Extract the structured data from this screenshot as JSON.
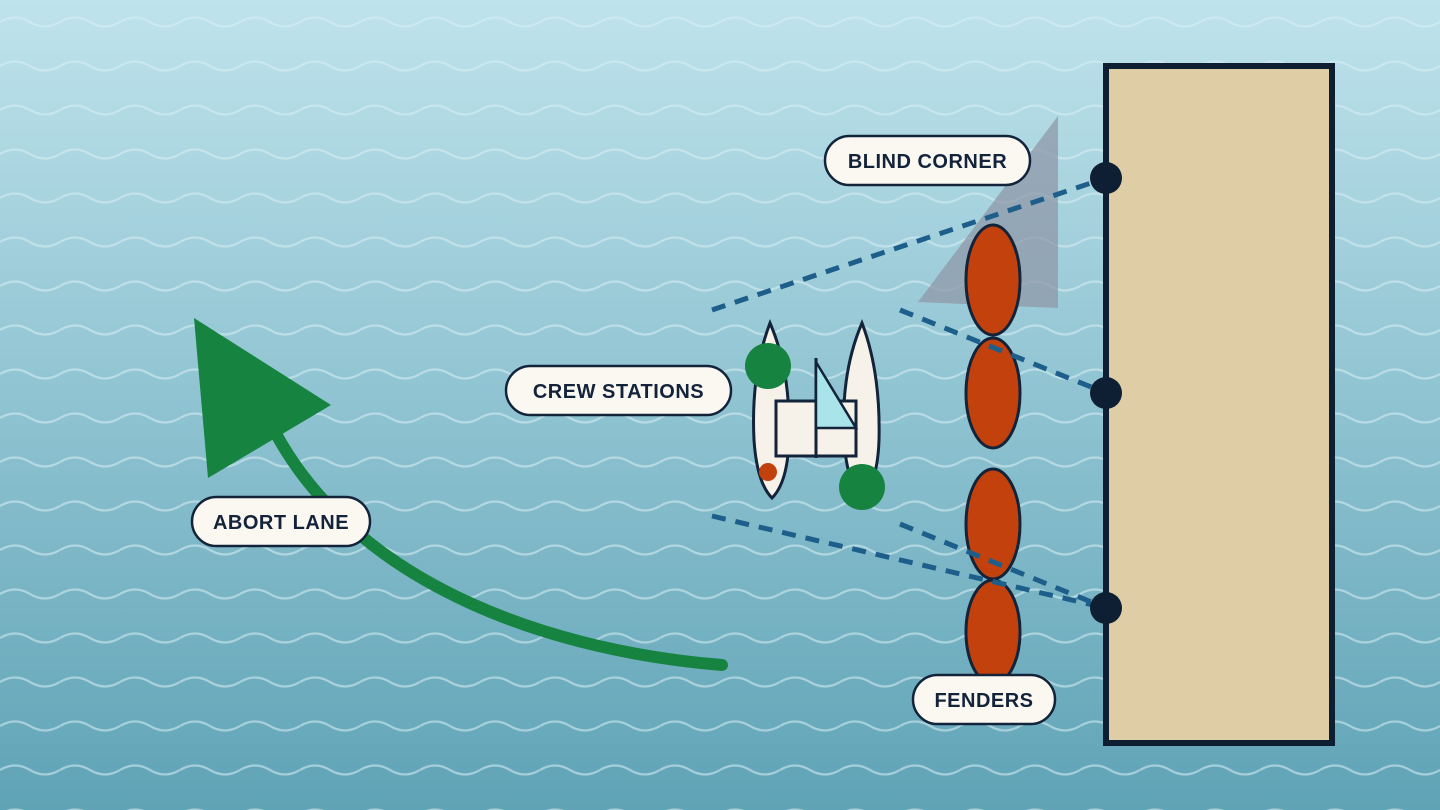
{
  "labels": {
    "blind_corner": "BLIND CORNER",
    "crew_stations": "CREW STATIONS",
    "abort_lane": "ABORT LANE",
    "fenders": "FENDERS"
  },
  "colors": {
    "water_top": "#bfe3ec",
    "water_bottom": "#5fa3b6",
    "wave": "#d9eef4",
    "dock_fill": "#dfcda6",
    "dock_stroke": "#0f1f33",
    "fender": "#c2410c",
    "fender_stroke": "#13233a",
    "sightline": "#1d5f8a",
    "blind_zone": "#8f98a8",
    "abort_arrow": "#178341",
    "crew_marker": "#178341",
    "hull": "#f6f2ea",
    "sail": "#a8e4ea",
    "bollard": "#0f1f33",
    "label_bg": "#fbf8f2",
    "label_text": "#13233a"
  },
  "icons": {
    "dock": "dock-pier-shape",
    "vessel": "catamaran-topview-icon",
    "crew": "crew-station-circle-icon",
    "fender": "fender-oval-icon",
    "bollard": "bollard-dot-icon",
    "arrow": "curved-arrow-icon"
  }
}
